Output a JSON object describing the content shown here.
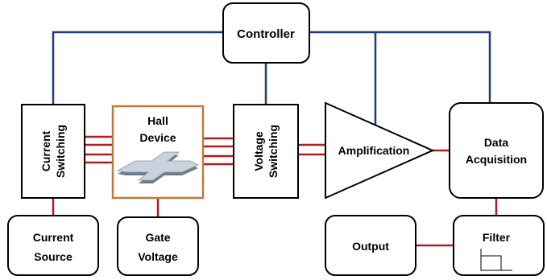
{
  "colors": {
    "control_line": "#1f3d7a",
    "signal_line": "#b01e23",
    "device_border": "#c07a3a",
    "box_border": "#000000"
  },
  "blocks": {
    "controller": "Controller",
    "current_switching": [
      "Current",
      "Switching"
    ],
    "hall_device": [
      "Hall",
      "Device"
    ],
    "voltage_switching": [
      "Voltage",
      "Switching"
    ],
    "amplification": "Amplification",
    "data_acquisition": [
      "Data",
      "Acquisition"
    ],
    "current_source": [
      "Current",
      "Source"
    ],
    "gate_voltage": [
      "Gate",
      "Voltage"
    ],
    "output": "Output",
    "filter": "Filter"
  },
  "icons": {
    "hall_device_image": "cross-shaped-hall-bar-icon",
    "filter_response": "step-response-icon"
  }
}
